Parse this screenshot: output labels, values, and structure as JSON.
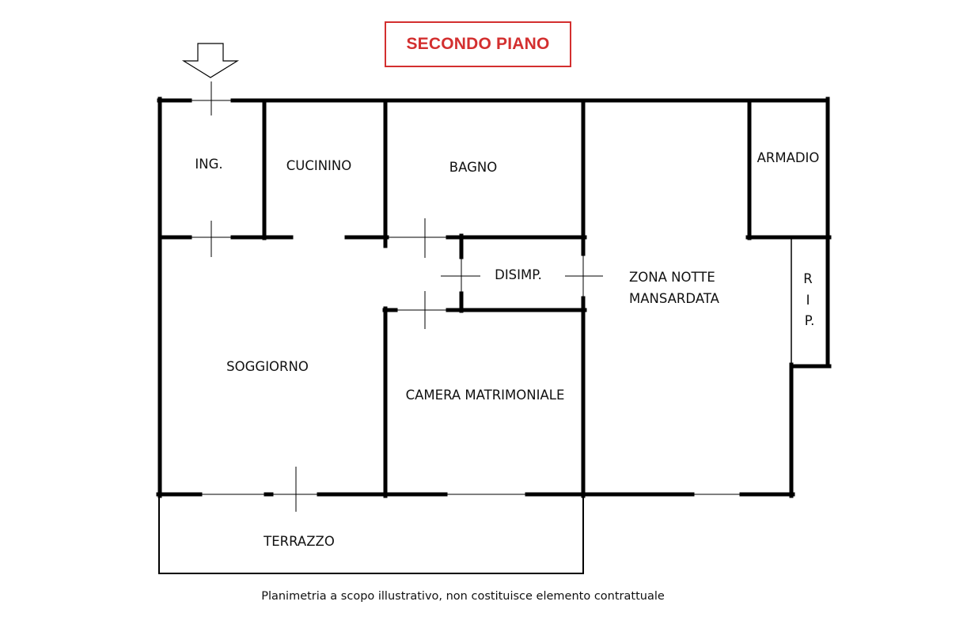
{
  "title": "SECONDO PIANO",
  "rooms": {
    "ingresso": "ING.",
    "cucinino": "CUCININO",
    "bagno": "BAGNO",
    "armadio": "ARMADIO",
    "disimpegno": "DISIMP.",
    "zona_notte_line1": "ZONA NOTTE",
    "zona_notte_line2": "MANSARDATA",
    "ripostiglio": [
      "R",
      "I",
      "P."
    ],
    "soggiorno": "SOGGIORNO",
    "camera": "CAMERA MATRIMONIALE",
    "terrazzo": "TERRAZZO"
  },
  "disclaimer": "Planimetria a scopo illustrativo, non costituisce elemento contrattuale",
  "colors": {
    "title": "#d32f2f",
    "walls": "#000000",
    "text": "#111111"
  }
}
